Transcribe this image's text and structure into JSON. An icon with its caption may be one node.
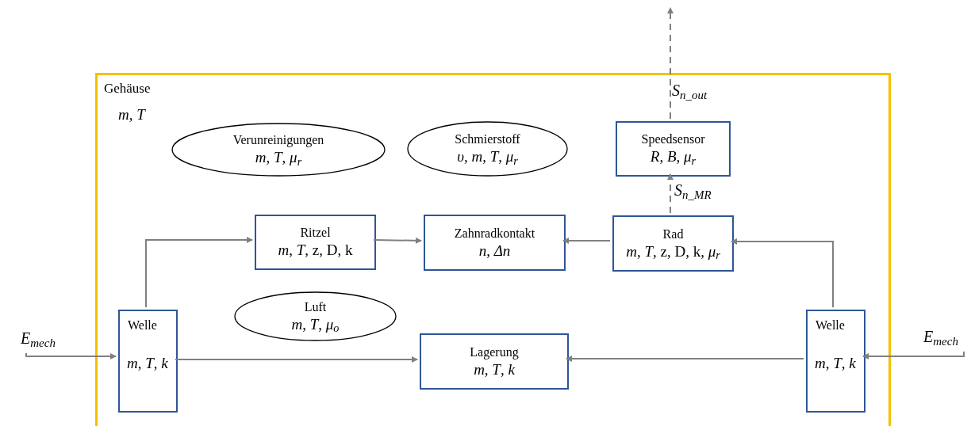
{
  "diagram": {
    "nodes": [
      {
        "text": [
          "Gehäuse",
          "*m*, *T*"
        ]
      },
      {
        "text": [
          "Verunreinigungen",
          "*m*, *T*, *μ*$_{r}$"
        ],
        "in": 0
      },
      {
        "text": [
          "Schmierstoff",
          "*υ*, *m*, *T*, *μ*$_{r}$"
        ],
        "in": 0
      },
      {
        "text": [
          "Speedsensor",
          "*R*, *B*, *μ*$_{r}$"
        ],
        "in": 0
      },
      {
        "text": [
          "Ritzel",
          "*m*, *T*, z, D, k"
        ],
        "in": 0
      },
      {
        "text": [
          "Zahnradkontakt",
          "*n*, *Δn*"
        ],
        "in": 0
      },
      {
        "text": [
          "Rad",
          "*m*, *T*, z, D, k, *μ*$_{r}$"
        ],
        "in": 0
      },
      {
        "text": [
          "Luft",
          "*m*, *T*, *μ*$_{o}$"
        ],
        "in": 0
      },
      {
        "text": [
          "Welle",
          "*m*, *T*, *k*"
        ],
        "in": 0
      },
      {
        "text": [
          "Lagerung",
          "*m*, *T*, *k*"
        ],
        "in": 0
      },
      {
        "text": [
          "Welle",
          "*m*, *T*, *k*"
        ],
        "in": 0
      },
      {
        "text": [
          "*E*$_{mech}$"
        ]
      },
      {
        "text": [
          "*E*$_{mech}$"
        ]
      }
    ],
    "edges": [
      {
        "from": 11,
        "to": 8,
        "arrow": "to"
      },
      {
        "from": 12,
        "to": 10,
        "arrow": "to"
      },
      {
        "from": 8,
        "to": 4,
        "arrow": "to"
      },
      {
        "from": 4,
        "to": 5,
        "arrow": "to"
      },
      {
        "from": 6,
        "to": 5,
        "arrow": "to"
      },
      {
        "from": 10,
        "to": 6,
        "arrow": "to"
      },
      {
        "from": 8,
        "to": 9,
        "arrow": "to"
      },
      {
        "from": 10,
        "to": 9,
        "arrow": "to"
      },
      {
        "from": 6,
        "to": 3,
        "arrow": "to",
        "style": "dashed",
        "label": "*S*$_{n_MR}$"
      },
      {
        "from": 3,
        "to": null,
        "arrow": "to",
        "style": "dashed",
        "label": "*S*$_{n_out}$"
      }
    ]
  }
}
